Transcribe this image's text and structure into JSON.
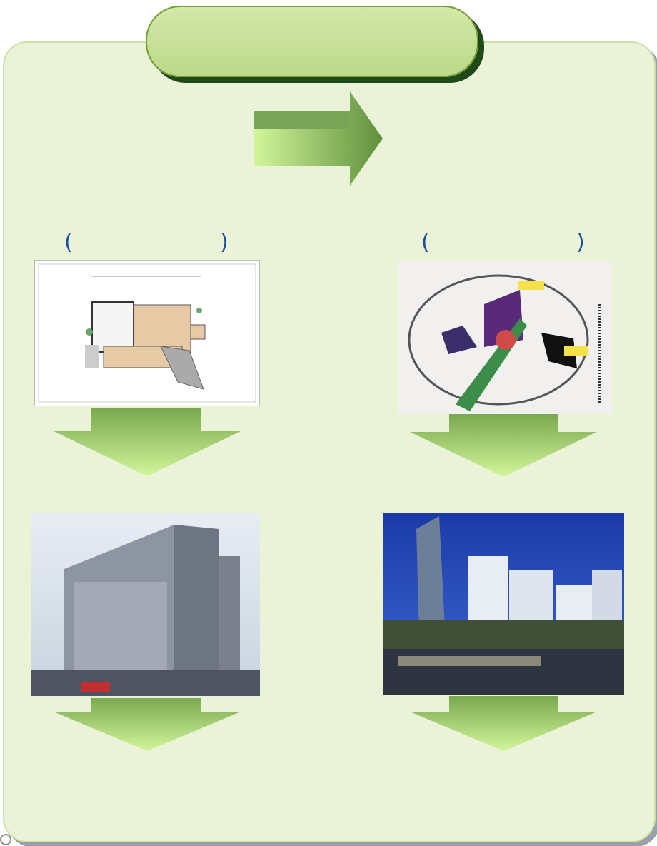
{
  "title_bar": {
    "text": ""
  },
  "parens": {
    "left_open": "(",
    "left_close": ")",
    "right_open": "(",
    "right_close": ")"
  },
  "images": {
    "floor_plan": "floor-plan-drawing",
    "city_map": "urban-planning-map",
    "building_photo_left": "hotel-building-photo",
    "building_photo_right": "waterfront-skyline-photo"
  },
  "colors": {
    "panel_bg": "#eaf2d7",
    "title_bg": "#c6e097",
    "title_shadow": "#1f4a18",
    "arrow_light": "#c9f08c",
    "arrow_dark": "#6a9a45",
    "paren_color": "#1b4fa0"
  }
}
